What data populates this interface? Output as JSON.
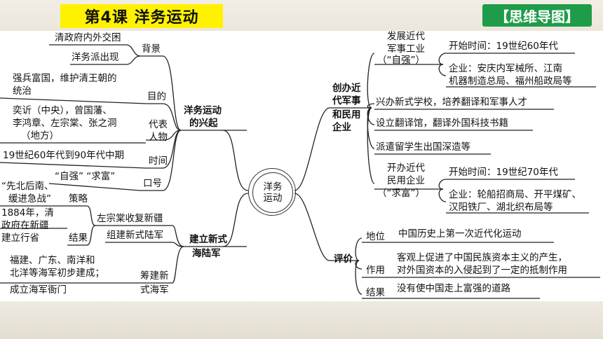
{
  "header": {
    "title": "第4课  洋务运动",
    "badge": "【思维导图】"
  },
  "center": {
    "line1": "洋务",
    "line2": "运动"
  },
  "left": {
    "rise": {
      "title1": "洋务运动",
      "title2": "的兴起",
      "background": {
        "label": "背景",
        "items": [
          "清政府内外交困",
          "洋务派出现"
        ]
      },
      "goal": {
        "label": "目的",
        "text1": "强兵富国，维护清王朝的",
        "text2": "统治"
      },
      "figures": {
        "label1": "代表",
        "label2": "人物",
        "text1": "奕䜣（中央），曾国藩、",
        "text2": "李鸿章、左宗棠、张之洞",
        "text3": "（地方）"
      },
      "time": {
        "label": "时间",
        "text": "19世纪60年代到90年代中期"
      },
      "slogan": {
        "label": "口号",
        "text": "“自强”  “求富”"
      }
    },
    "army": {
      "title1": "建立新式",
      "title2": "海陆军",
      "xinjiang": {
        "label": "左宗棠收复新疆",
        "strategy": "策略",
        "strategy_text1": "“先北后南、",
        "strategy_text2": "缓进急战”",
        "result": "结果",
        "result_text1": "1884年，清",
        "result_text2": "政府在新疆",
        "result_text3": "建立行省"
      },
      "land": "组建新式陆军",
      "navy": {
        "label1": "筹建新",
        "label2": "式海军",
        "text1": "福建、广东、南洋和",
        "text2": "北洋等海军初步建成；",
        "text3": "成立海军衙门"
      }
    }
  },
  "right": {
    "industry": {
      "title1": "创办近",
      "title2": "代军事",
      "title3": "和民用",
      "title4": "企业",
      "military": {
        "label1": "发展近代",
        "label2": "军事工业",
        "label3": "（“自强”）",
        "time": "开始时间：19世纪60年代",
        "ent1": "企业：安庆内军械所、江南",
        "ent2": "机器制造总局、福州船政局等"
      },
      "school": "兴办新式学校，培养翻译和军事人才",
      "translate": "设立翻译馆，翻译外国科技书籍",
      "students": "派遣留学生出国深造等",
      "civil": {
        "label1": "开办近代",
        "label2": "民用企业",
        "label3": "（“求富”）",
        "time": "开始时间：19世纪70年代",
        "ent1": "企业：轮船招商局、开平煤矿、",
        "ent2": "汉阳铁厂、湖北织布局等"
      }
    },
    "eval": {
      "title": "评价",
      "status": {
        "label": "地位",
        "text": "中国历史上第一次近代化运动"
      },
      "effect": {
        "label": "作用",
        "text1": "客观上促进了中国民族资本主义的产生，",
        "text2": "对外国资本的入侵起到了一定的抵制作用"
      },
      "result": {
        "label": "结果",
        "text": "没有使中国走上富强的道路"
      }
    }
  }
}
